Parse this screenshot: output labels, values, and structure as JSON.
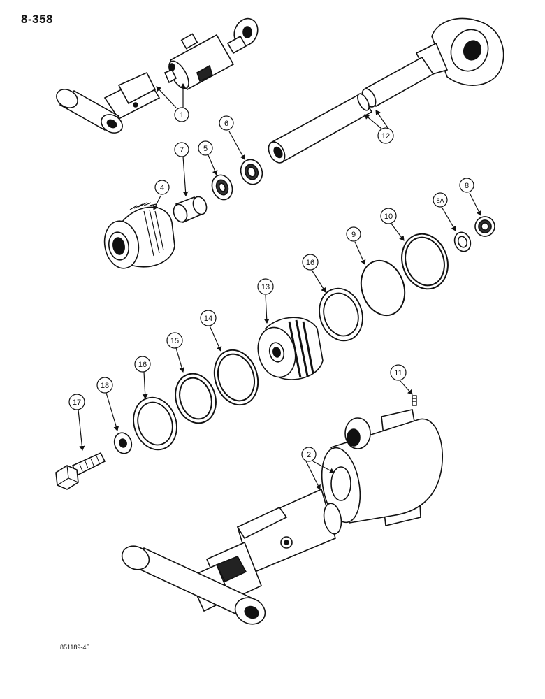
{
  "page_number": "8-358",
  "figure_code": "851189-45",
  "callouts": {
    "c1": "1",
    "c2": "2",
    "c4": "4",
    "c5": "5",
    "c6": "6",
    "c7": "7",
    "c8": "8",
    "c8a": "8A",
    "c9": "9",
    "c10": "10",
    "c11": "11",
    "c12": "12",
    "c13": "13",
    "c14": "14",
    "c15": "15",
    "c16a": "16",
    "c16b": "16",
    "c17": "17",
    "c18": "18"
  }
}
